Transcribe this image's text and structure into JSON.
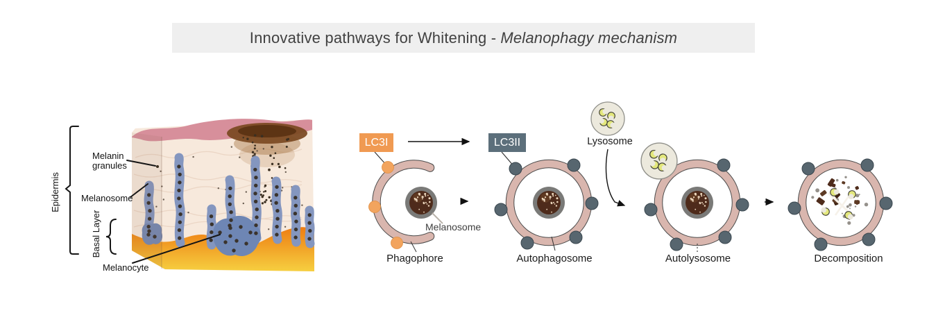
{
  "title": {
    "prefix": "Innovative pathways for Whitening - ",
    "italic": "Melanophagy mechanism"
  },
  "skin": {
    "epidermis": "Epidermis",
    "melanin_line1": "Melanin",
    "melanin_line2": "granules",
    "melanosome": "Melanosome",
    "basal_layer": "Basal Layer",
    "melanocyte": "Melanocyte"
  },
  "pathway": {
    "lc3i": "LC3I",
    "lc3ii": "LC3II",
    "lysosome": "Lysosome",
    "melanosome": "Melanosome",
    "stages": [
      "Phagophore",
      "Autophagosome",
      "Autolysosome",
      "Decomposition"
    ],
    "colors": {
      "lc3i_bg": "#F09A52",
      "lc3ii_bg": "#5C6F7B",
      "membrane_pink": "#D9B6AE",
      "membrane_outline": "#4A4A4A",
      "melanosome_ring": "#7A7A78",
      "melanosome_core": "#4E2B1B",
      "lc3_dot_orange": "#F2A45E",
      "lc3_dot_slate": "#57666F",
      "lysosome_fill": "#ECE9DD",
      "enzyme_yellow": "#E3E77C",
      "title_bar_bg": "#EFEFEF",
      "skin_top_pink": "#D78F9B",
      "skin_cream": "#F7E9DC",
      "dermis_orange": "#EE7D12",
      "dermis_yellow": "#F6CF40",
      "melanocyte_blue": "#6E86B4"
    }
  }
}
